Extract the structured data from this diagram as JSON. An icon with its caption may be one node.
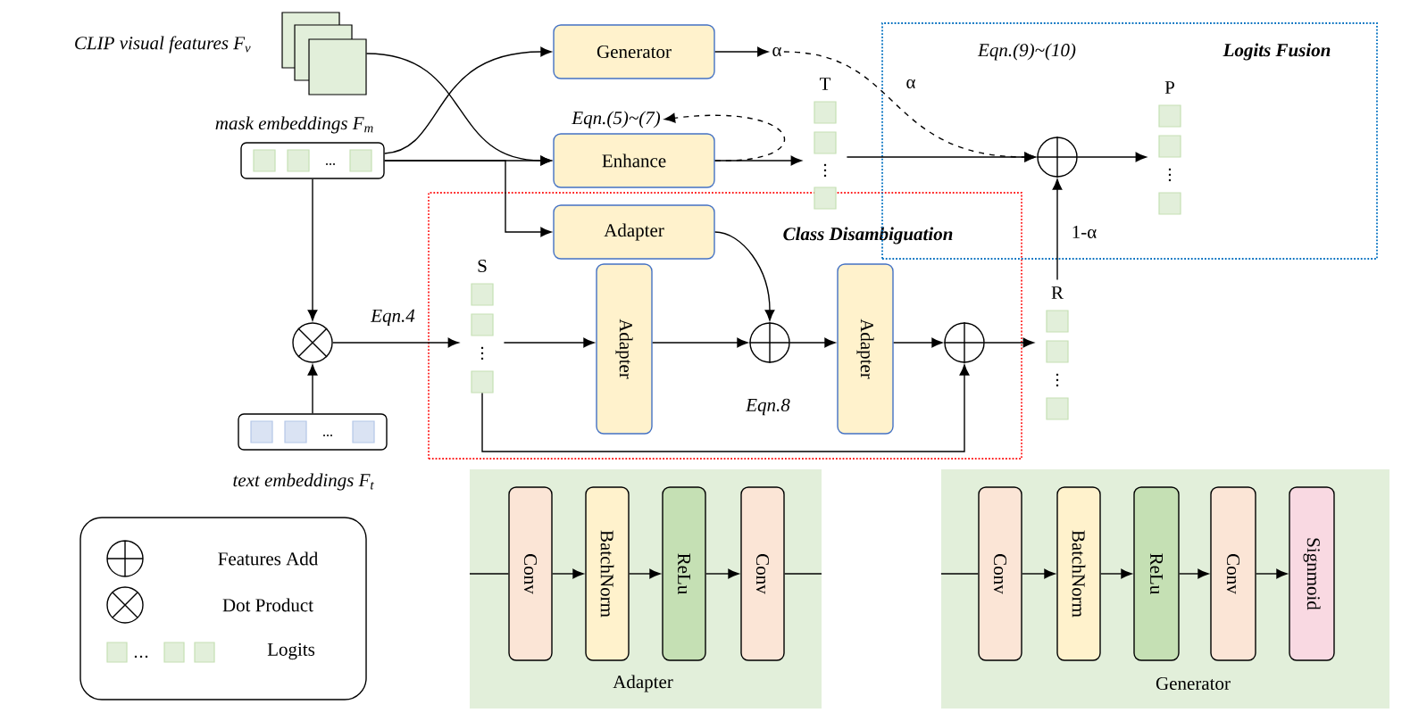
{
  "diagram": {
    "nodes": [
      {
        "text": [
          "Class Disambiguation"
        ]
      },
      {
        "text": [
          "Logits Fusion"
        ]
      },
      {
        "text": [
          "CLIP visual features F$_{v}$"
        ]
      },
      {
        "text": [
          "mask embeddings F$_{m}$",
          "..."
        ]
      },
      {
        "text": [
          "Generator"
        ]
      },
      {
        "text": [
          "Enhance"
        ]
      },
      {
        "text": [
          "Adapter"
        ],
        "in": 0
      },
      {
        "text": [],
        "shape": "circle"
      },
      {
        "text": [
          "...",
          "text embeddings F$_{t}$"
        ]
      },
      {
        "text": [
          "S"
        ],
        "in": 0
      },
      {
        "text": [
          "Adapter"
        ],
        "in": 0
      },
      {
        "text": [],
        "shape": "circle",
        "in": 0
      },
      {
        "text": [
          "Adapter"
        ],
        "in": 0
      },
      {
        "text": [],
        "shape": "circle",
        "in": 0
      },
      {
        "text": [
          "R"
        ]
      },
      {
        "text": [
          "T"
        ]
      },
      {
        "text": [
          "α"
        ]
      },
      {
        "text": [],
        "shape": "circle",
        "in": 1
      },
      {
        "text": [
          "P"
        ],
        "in": 1
      },
      {
        "text": [
          "Eqn.(5)~(7)"
        ]
      },
      {
        "text": [
          "Adapter"
        ]
      },
      {
        "text": [
          "Conv"
        ],
        "in": 20
      },
      {
        "text": [
          "BatchNorm"
        ],
        "in": 20
      },
      {
        "text": [
          "ReLu"
        ],
        "in": 20
      },
      {
        "text": [
          "Conv"
        ],
        "in": 20
      },
      {
        "text": [
          "Generator"
        ]
      },
      {
        "text": [
          "Conv"
        ],
        "in": 25
      },
      {
        "text": [
          "BatchNorm"
        ],
        "in": 25
      },
      {
        "text": [
          "ReLu"
        ],
        "in": 25
      },
      {
        "text": [
          "Conv"
        ],
        "in": 25
      },
      {
        "text": [
          "Signmoid"
        ],
        "in": 25
      }
    ],
    "edges": [
      {
        "from": 3,
        "to": 4,
        "arrow": "to"
      },
      {
        "from": 2,
        "to": 5,
        "arrow": "to"
      },
      {
        "from": 3,
        "to": 5,
        "arrow": "to"
      },
      {
        "from": 3,
        "to": 6,
        "arrow": "to"
      },
      {
        "from": 3,
        "to": 7,
        "arrow": "to"
      },
      {
        "from": 8,
        "to": 7,
        "arrow": "to"
      },
      {
        "from": 7,
        "to": 9,
        "arrow": "to",
        "label": "Eqn.4"
      },
      {
        "from": 4,
        "to": 16,
        "arrow": "to"
      },
      {
        "from": 5,
        "to": 15,
        "arrow": "to"
      },
      {
        "from": 5,
        "to": 19,
        "arrow": "to",
        "style": "dashed"
      },
      {
        "from": 16,
        "to": 17,
        "arrow": "to",
        "style": "dashed",
        "label": "α"
      },
      {
        "from": 15,
        "to": 17,
        "arrow": "to"
      },
      {
        "from": 17,
        "to": 18,
        "arrow": "to"
      },
      {
        "from": 14,
        "to": 17,
        "arrow": "to",
        "label": "1-α"
      },
      {
        "from": 6,
        "to": 11,
        "arrow": "to"
      },
      {
        "from": 9,
        "to": 10,
        "arrow": "to"
      },
      {
        "from": 10,
        "to": 11,
        "arrow": "to"
      },
      {
        "from": 11,
        "to": 12,
        "arrow": "to"
      },
      {
        "from": 12,
        "to": 13,
        "arrow": "to"
      },
      {
        "from": 13,
        "to": 14,
        "arrow": "to"
      },
      {
        "from": 9,
        "to": 13,
        "arrow": "to"
      },
      {
        "from": null,
        "to": 21,
        "arrow": "none"
      },
      {
        "from": 21,
        "to": 22,
        "arrow": "to"
      },
      {
        "from": 22,
        "to": 23,
        "arrow": "to"
      },
      {
        "from": 23,
        "to": 24,
        "arrow": "to"
      },
      {
        "from": 24,
        "to": null,
        "arrow": "none"
      },
      {
        "from": null,
        "to": 26,
        "arrow": "none"
      },
      {
        "from": 26,
        "to": 27,
        "arrow": "to"
      },
      {
        "from": 27,
        "to": 28,
        "arrow": "to"
      },
      {
        "from": 28,
        "to": 29,
        "arrow": "to"
      },
      {
        "from": 29,
        "to": 30,
        "arrow": "to"
      }
    ],
    "labels": [
      "Eqn.(9)~(10)",
      "Eqn.8"
    ],
    "legend": [
      {
        "text": "Features Add"
      },
      {
        "text": "Dot Product"
      },
      {
        "text": "Logits"
      }
    ]
  }
}
